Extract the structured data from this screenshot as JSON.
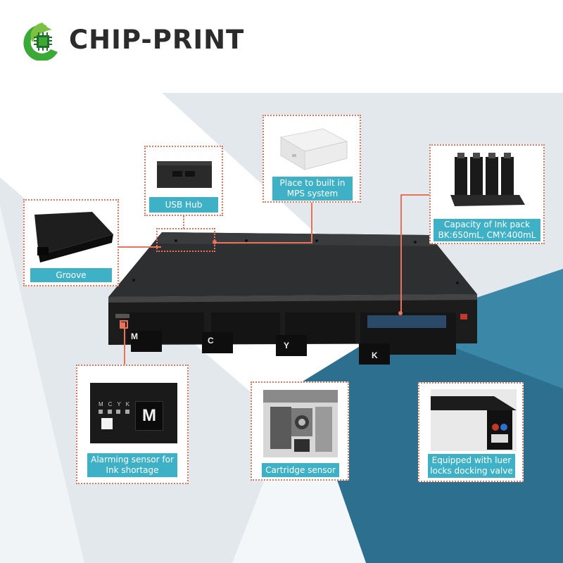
{
  "brand": {
    "name": "CHIP-PRINT",
    "logo_icon": "chip-leaf-logo-icon",
    "colors": {
      "green": "#3aa935",
      "dark": "#2b2b2b"
    }
  },
  "device": {
    "slot_labels": [
      "M",
      "C",
      "Y",
      "K"
    ]
  },
  "callouts": {
    "usb_hub": {
      "caption": "USB Hub"
    },
    "groove": {
      "caption": "Groove"
    },
    "mps": {
      "caption_line1": "Place to built in",
      "caption_line2": "MPS system"
    },
    "capacity": {
      "caption_line1": "Capacity of Ink pack",
      "caption_line2": "BK:650mL, CMY:400mL"
    },
    "alarm": {
      "caption_line1": "Alarming sensor for",
      "caption_line2": "Ink shortage",
      "sensor_letters": [
        "M",
        "C",
        "Y",
        "K"
      ],
      "big_letter": "M"
    },
    "cartridge": {
      "caption": "Cartridge sensor"
    },
    "luer": {
      "caption_line1": "Equipped with luer",
      "caption_line2": "locks docking valve"
    }
  },
  "accent_colors": {
    "caption_bg": "#3fb1c6",
    "dotted_border": "#e8735a",
    "teal_wedge": "#2d6f8e"
  }
}
